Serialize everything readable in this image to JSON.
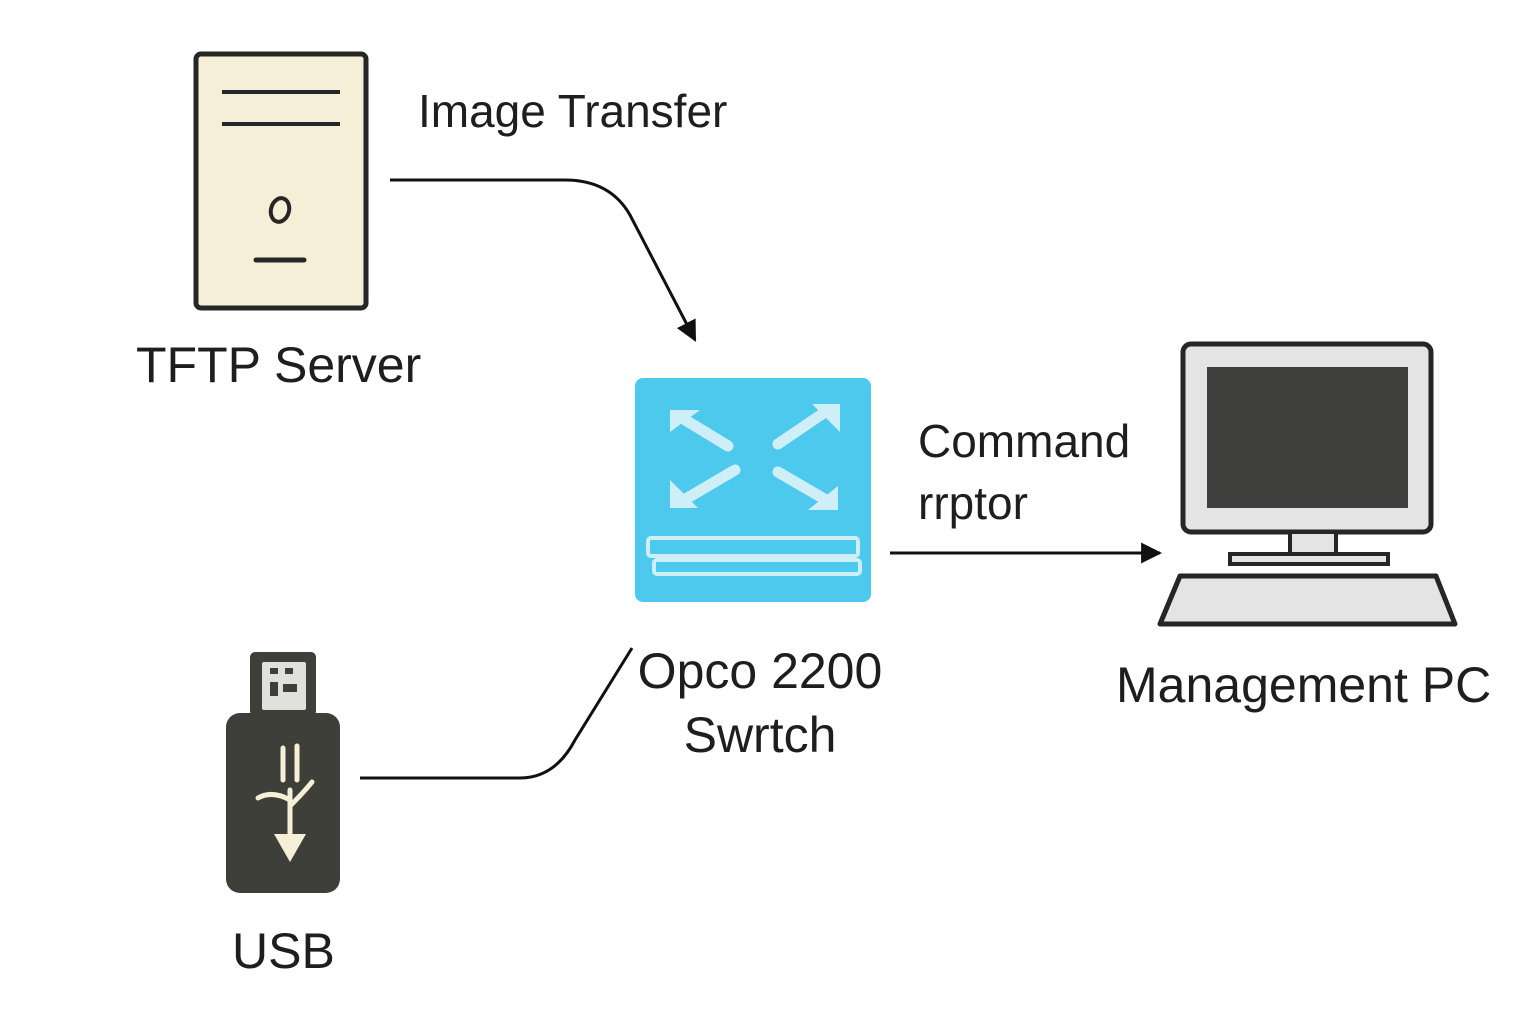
{
  "nodes": {
    "tftp_server": {
      "label": "TFTP Server",
      "icon": "server-icon",
      "fill": "#f5efd7",
      "stroke": "#262626"
    },
    "switch": {
      "label_line1": "Opco 2200",
      "label_line2": "Swrtch",
      "icon": "switch-icon",
      "fill": "#4cc9ec",
      "arrow_color": "#cfeff8"
    },
    "management_pc": {
      "label": "Management PC",
      "icon": "desktop-computer-icon",
      "screen": "#3f3f3d",
      "body": "#e4e4e4"
    },
    "usb": {
      "label": "USB",
      "icon": "usb-drive-icon",
      "body": "#3f3f3a",
      "symbol": "#f5efd7"
    }
  },
  "edges": {
    "image_transfer": {
      "label": "Image Transfer",
      "from": "TFTP Server",
      "to": "Opco 2200 Swrtch"
    },
    "command": {
      "label_line1": "Command",
      "label_line2": "rrptor",
      "from": "Opco 2200 Swrtch",
      "to": "Management PC"
    },
    "usb_link": {
      "from": "USB",
      "to": "Opco 2200 Swrtch"
    }
  },
  "colors": {
    "line": "#111111",
    "text": "#1e1e1e"
  }
}
